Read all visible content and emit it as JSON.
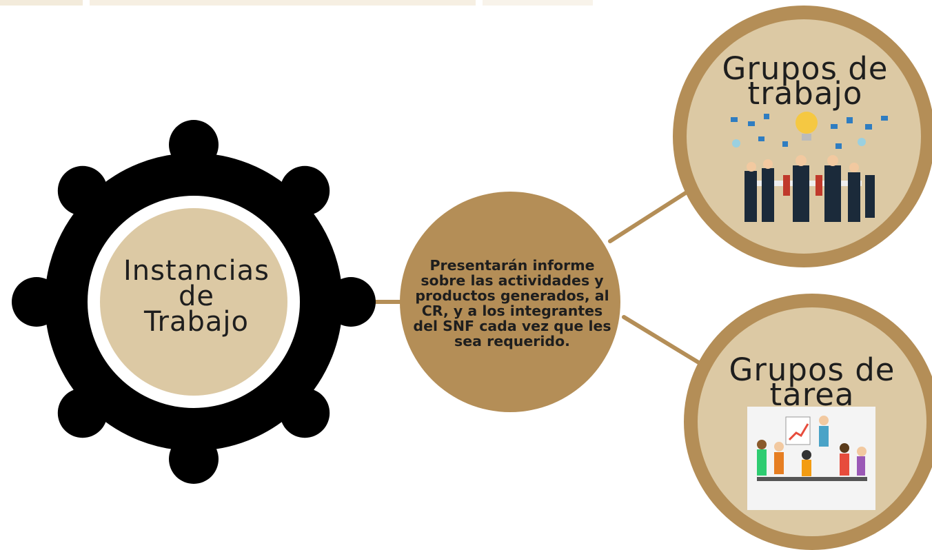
{
  "colors": {
    "gold": "#b48e57",
    "cream": "#dcc9a4",
    "black": "#000000",
    "ring_inner": "#e9dcc1"
  },
  "main": {
    "title_lines": [
      "Instancias",
      "de",
      "Trabajo"
    ],
    "icon": "people-circle-icon"
  },
  "center": {
    "text": "Presentarán informe sobre las actividades y productos generados, al CR, y a los integrantes del SNF cada vez que les sea requerido."
  },
  "branches": [
    {
      "title_lines": [
        "Grupos de",
        "trabajo"
      ],
      "icon": "work-team-meeting-icon"
    },
    {
      "title_lines": [
        "Grupos de",
        "tarea"
      ],
      "icon": "task-team-meeting-icon"
    }
  ]
}
